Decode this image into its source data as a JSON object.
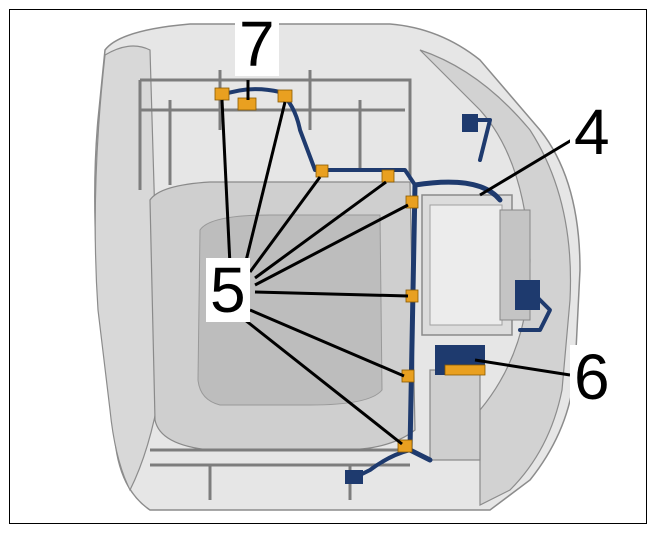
{
  "callouts": {
    "c4": "4",
    "c5": "5",
    "c6": "6",
    "c7": "7"
  },
  "colors": {
    "harness": "#1e3a6e",
    "clip": "#e9a020",
    "seat_light": "#e8e8e8",
    "seat_mid": "#c8c8c8",
    "seat_dark": "#9a9a9a",
    "leader": "#000000"
  }
}
